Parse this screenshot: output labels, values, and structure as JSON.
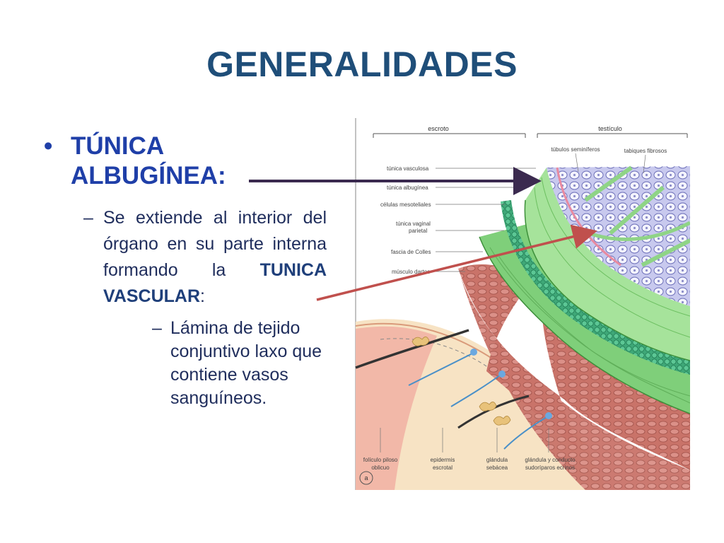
{
  "slide": {
    "title": "GENERALIDADES",
    "bullet1": {
      "marker": "•",
      "text": "TÚNICA ALBUGÍNEA:"
    },
    "bullet2": {
      "marker": "–",
      "text": "Se extiende al interior del órgano en su parte interna formando la ",
      "emphasis": "TUNICA VASCULAR",
      "suffix": ":"
    },
    "bullet3": {
      "marker": "–",
      "text": "Lámina de tejido conjuntivo laxo que contiene vasos sanguíneos."
    }
  },
  "diagram": {
    "headers": {
      "left": "escroto",
      "right": "testículo"
    },
    "top_labels": {
      "tubules": "túbulos seminíferos",
      "septa": "tabiques fibrosos"
    },
    "left_labels": [
      "túnica vasculosa",
      "túnica albugínea",
      "células mesoteliales",
      "túnica vaginal",
      "parietal",
      "fascia de Colles",
      "músculo dartos"
    ],
    "bottom_labels": [
      {
        "line1": "folículo piloso",
        "line2": "oblicuo"
      },
      {
        "line1": "epidermis",
        "line2": "escrotal"
      },
      {
        "line1": "glándula",
        "line2": "sebácea"
      },
      {
        "line1": "glándula y conducto",
        "line2": "sudoríparos ecrinos"
      }
    ],
    "panel_letter": "a"
  },
  "colors": {
    "title": "#1f4e79",
    "bullet1": "#1f3fa8",
    "body_text": "#1f2d5c",
    "arrow_dark": "#3b2a4f",
    "arrow_red": "#c0504d"
  }
}
